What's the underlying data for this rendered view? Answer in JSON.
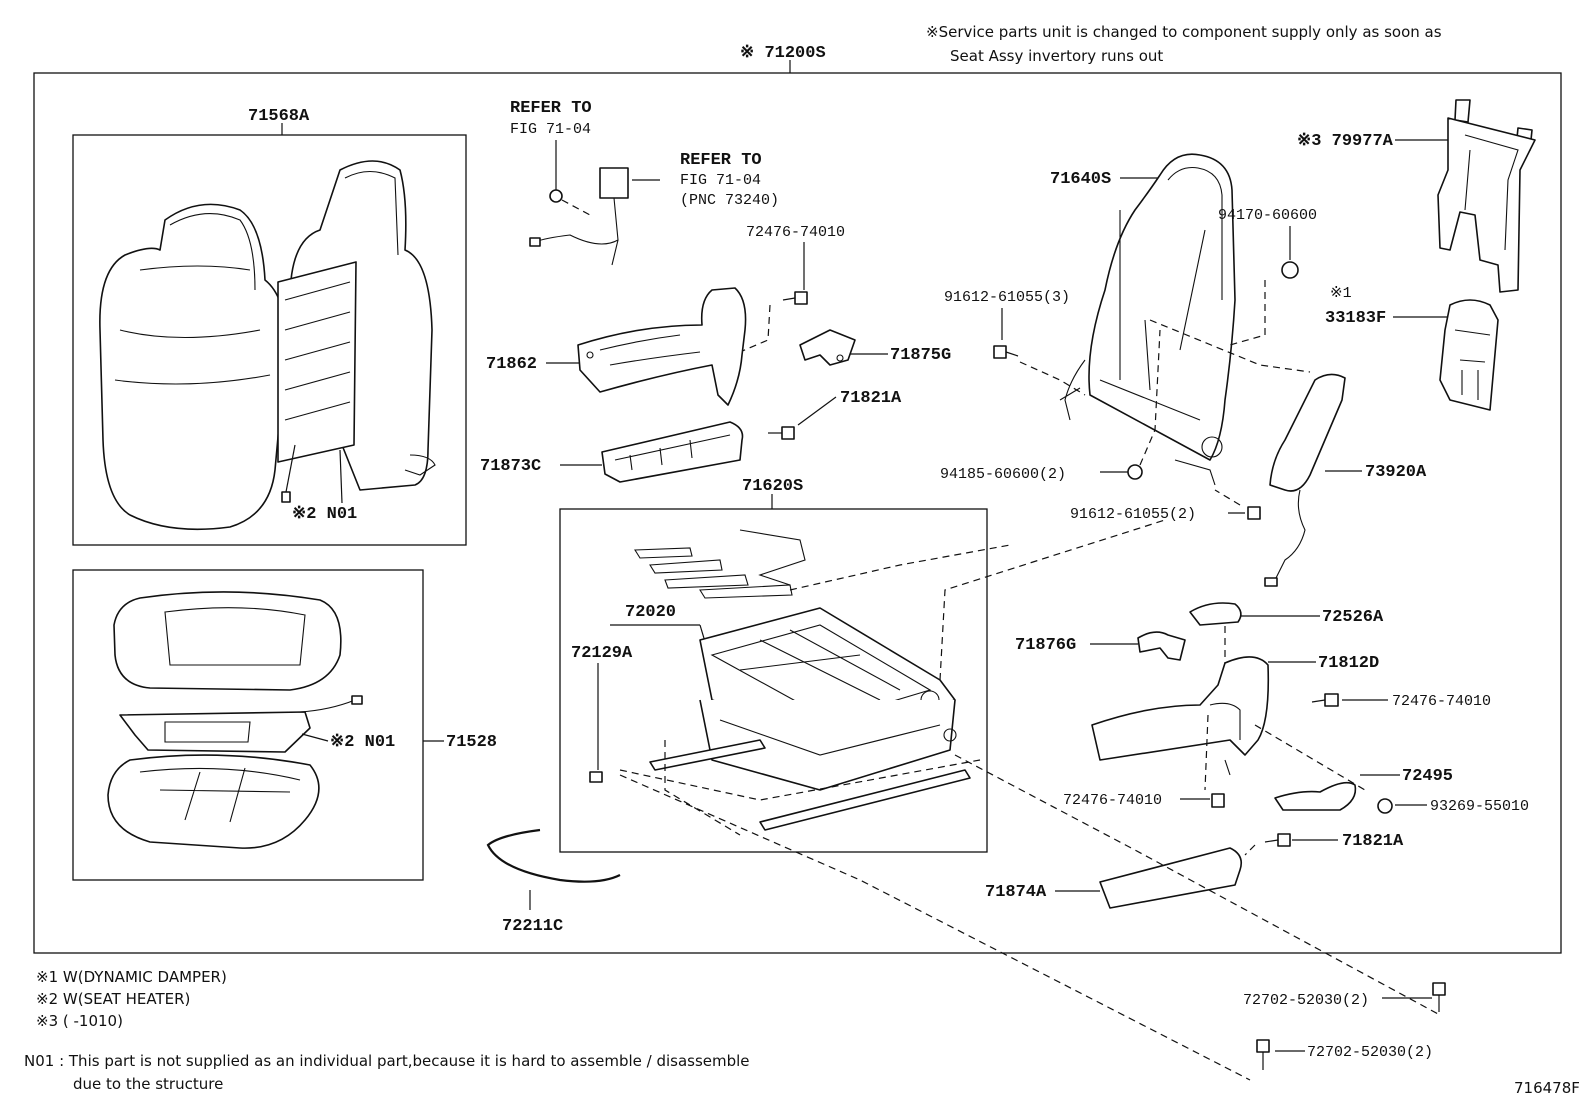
{
  "header": {
    "service_note_line1": "※Service parts unit is changed to component supply only as soon as",
    "service_note_line2": "Seat Assy invertory runs out"
  },
  "assembly_label": "※ 71200S",
  "parts": {
    "p71568A": "71568A",
    "p71528": "71528",
    "n01_top": "※2 N01",
    "n01_mid": "※2 N01",
    "refer1_a": "REFER TO",
    "refer1_b": "FIG 71-04",
    "refer2_a": "REFER TO",
    "refer2_b": "FIG 71-04",
    "refer2_c": "(PNC 73240)",
    "p72476_74010_a": "72476-74010",
    "p71862": "71862",
    "p71875G": "71875G",
    "p71821A_a": "71821A",
    "p71873C": "71873C",
    "p71620S": "71620S",
    "p72020": "72020",
    "p72129A": "72129A",
    "p72211C": "72211C",
    "p71640S": "71640S",
    "p94170_60600": "94170-60600",
    "p91612_61055_3": "91612-61055(3)",
    "p94185_60600_2": "94185-60600(2)",
    "p91612_61055_2": "91612-61055(2)",
    "p79977A": "※3 79977A",
    "p33183F_mark": "※1",
    "p33183F": "33183F",
    "p73920A": "73920A",
    "p72526A": "72526A",
    "p71876G": "71876G",
    "p71812D": "71812D",
    "p72476_74010_b": "72476-74010",
    "p72495": "72495",
    "p72476_74010_c": "72476-74010",
    "p93269_55010": "93269-55010",
    "p71821A_b": "71821A",
    "p71874A": "71874A",
    "p72702_52030_a": "72702-52030(2)",
    "p72702_52030_b": "72702-52030(2)"
  },
  "footnotes": {
    "note1": "※1  W(DYNAMIC  DAMPER)",
    "note2": "※2  W(SEAT HEATER)",
    "note3": "※3  (      -1010)",
    "n01_line1": "N01 : This part is not supplied as an individual part,because it is hard to assemble / disassemble",
    "n01_line2": "due to the structure"
  },
  "figure_id": "716478F"
}
